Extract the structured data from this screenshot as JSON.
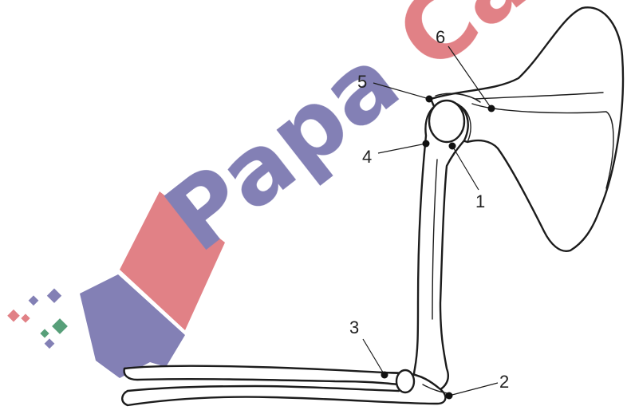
{
  "watermark": {
    "text": "PapaCa",
    "colors": {
      "blue": "#7d7ab1",
      "red": "#e07b80",
      "green": "#4f9a72"
    }
  },
  "labels": [
    {
      "id": "1",
      "text": "1"
    },
    {
      "id": "2",
      "text": "2"
    },
    {
      "id": "3",
      "text": "3"
    },
    {
      "id": "4",
      "text": "4"
    },
    {
      "id": "5",
      "text": "5"
    },
    {
      "id": "6",
      "text": "6"
    }
  ]
}
